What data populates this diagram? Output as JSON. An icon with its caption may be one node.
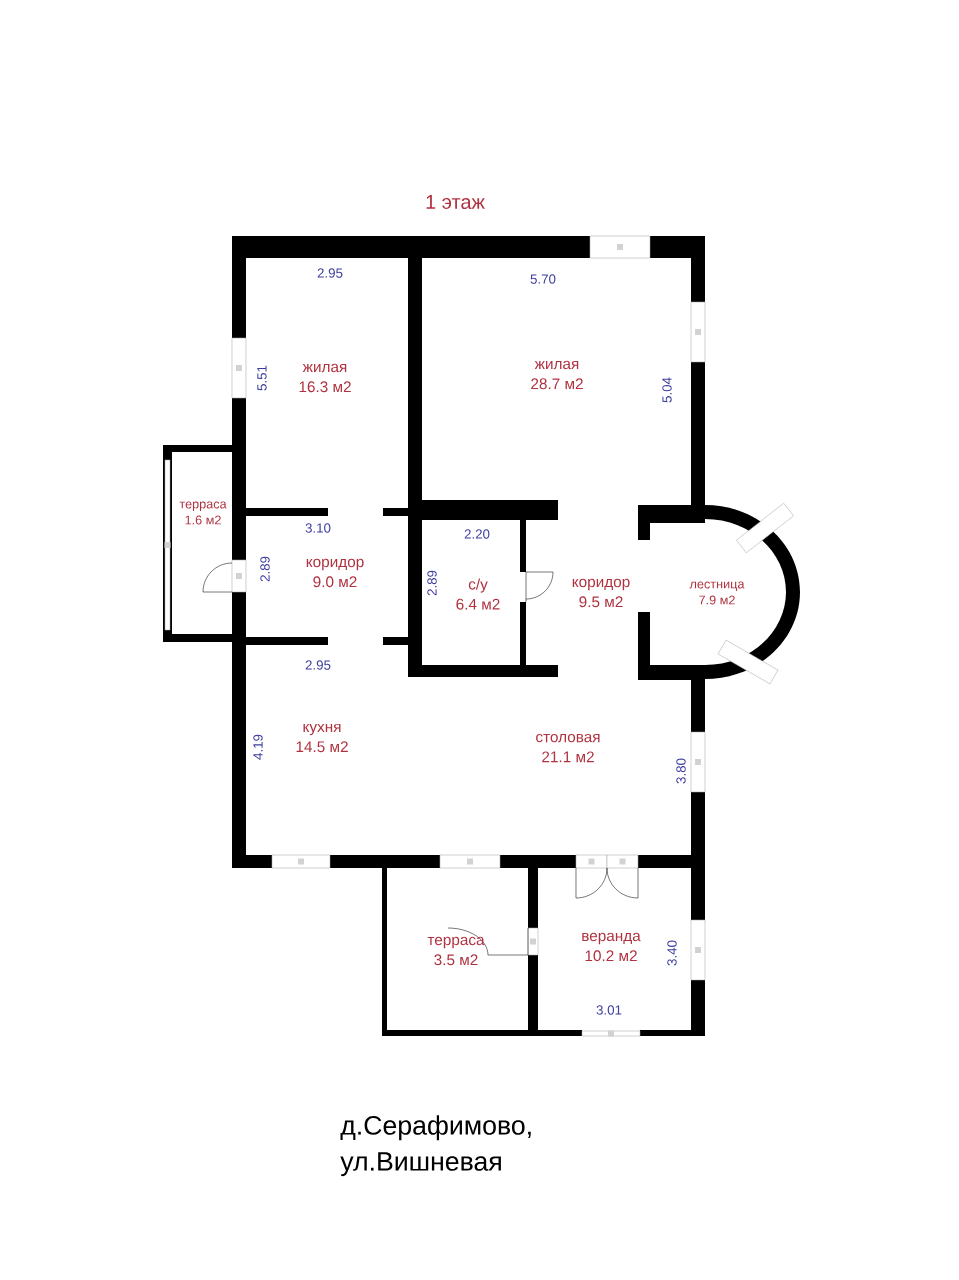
{
  "diagram": {
    "title": "1 этаж",
    "caption": "д.Серафимово, ул.Вишневая",
    "nodes": [
      {
        "text": [
          "жилая",
          "16.3 м2"
        ]
      },
      {
        "text": [
          "жилая",
          "28.7 м2"
        ]
      },
      {
        "text": [
          "терраса",
          "1.6 м2"
        ]
      },
      {
        "text": [
          "коридор",
          "9.0 м2"
        ]
      },
      {
        "text": [
          "с/у",
          "6.4 м2"
        ]
      },
      {
        "text": [
          "коридор",
          "9.5 м2"
        ]
      },
      {
        "text": [
          "лестница",
          "7.9 м2"
        ]
      },
      {
        "text": [
          "кухня",
          "14.5 м2"
        ]
      },
      {
        "text": [
          "столовая",
          "21.1 м2"
        ]
      },
      {
        "text": [
          "терраса",
          "3.5 м2"
        ]
      },
      {
        "text": [
          "веранда",
          "10.2 м2"
        ]
      }
    ],
    "labels": [
      "2.95",
      "5.70",
      "5.51",
      "5.04",
      "3.10",
      "2.20",
      "2.89",
      "2.89",
      "2.95",
      "4.19",
      "3.80",
      "3.40",
      "3.01"
    ]
  }
}
